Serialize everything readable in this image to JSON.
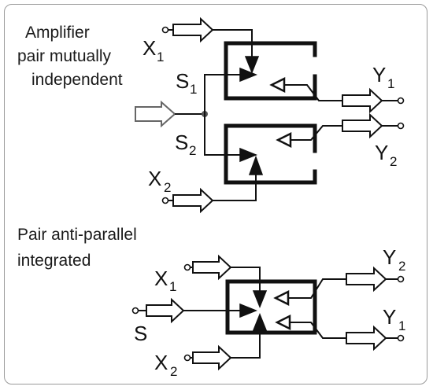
{
  "top_section": {
    "caption_line1": "Amplifier",
    "caption_line2": "pair mutually",
    "caption_line3": "independent",
    "x1": "X",
    "x1_sub": "1",
    "x2": "X",
    "x2_sub": "2",
    "s1": "S",
    "s1_sub": "1",
    "s2": "S",
    "s2_sub": "2",
    "y1": "Y",
    "y1_sub": "1",
    "y2": "Y",
    "y2_sub": "2"
  },
  "bottom_section": {
    "caption_line1": "Pair anti-parallel",
    "caption_line2": "integrated",
    "x1": "X",
    "x1_sub": "1",
    "s": "S",
    "x2": "X",
    "x2_sub": "2",
    "y2": "Y",
    "y2_sub": "2",
    "y1": "Y",
    "y1_sub": "1"
  }
}
